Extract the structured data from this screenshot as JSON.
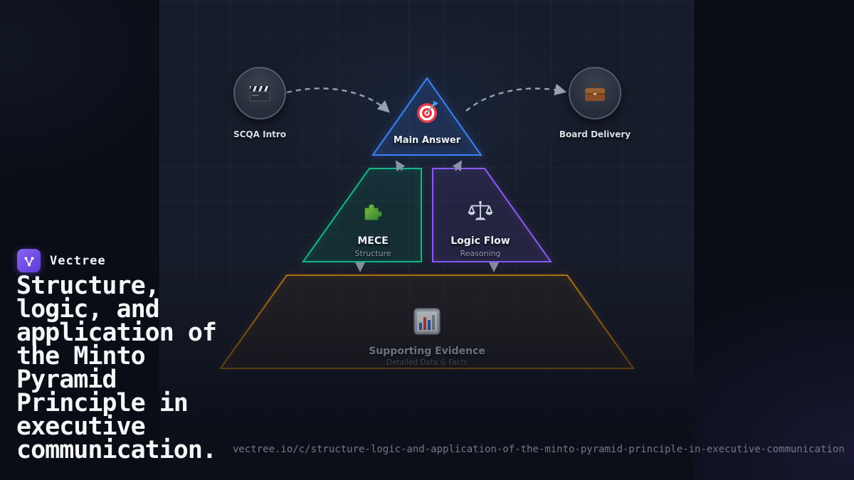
{
  "brand": {
    "name": "Vectree",
    "logo_icon": "vectree-logo-icon"
  },
  "headline": "Structure,\nlogic, and\napplication of\nthe Minto\nPyramid\nPrinciple in\nexecutive\ncommunication.",
  "footer_url": "vectree.io/c/structure-logic-and-application-of-the-minto-pyramid-principle-in-executive-communication",
  "colors": {
    "apex_blue": "#3b82f6",
    "mece_green": "#10b981",
    "logic_purple": "#8b5cf6",
    "evidence_amber": "#c27a12",
    "brand_purple": "#6d4ee6"
  },
  "diagram": {
    "left_node": {
      "label": "SCQA Intro",
      "icon": "clapperboard-icon"
    },
    "right_node": {
      "label": "Board Delivery",
      "icon": "briefcase-icon"
    },
    "apex": {
      "label": "Main Answer",
      "icon": "target-icon"
    },
    "level2": [
      {
        "title": "MECE",
        "subtitle": "Structure",
        "icon": "puzzle-icon"
      },
      {
        "title": "Logic Flow",
        "subtitle": "Reasoning",
        "icon": "scales-icon"
      }
    ],
    "base": {
      "title": "Supporting Evidence",
      "subtitle": "Detailed Data & Facts",
      "icon": "bar-chart-icon"
    }
  }
}
